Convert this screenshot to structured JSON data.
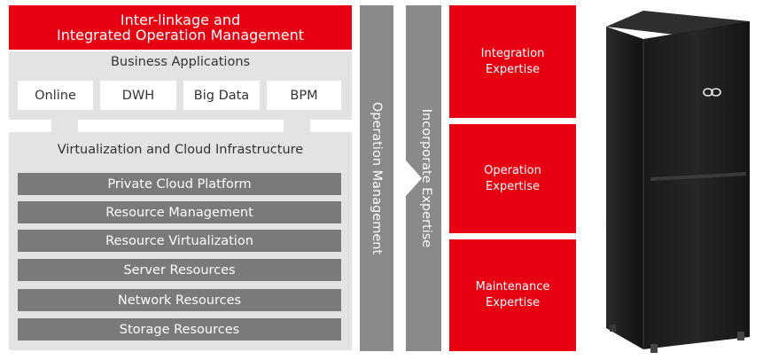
{
  "header": {
    "line1": "Inter-linkage and",
    "line2": "Integrated Operation Management"
  },
  "business": {
    "title": "Business Applications",
    "apps": [
      "Online",
      "DWH",
      "Big Data",
      "BPM"
    ]
  },
  "virtualization": {
    "title": "Virtualization and Cloud Infrastructure",
    "layers": [
      "Private Cloud Platform",
      "Resource Management",
      "Resource Virtualization",
      "Server Resources",
      "Network Resources",
      "Storage Resources"
    ]
  },
  "operation_bar": "Operation Management",
  "expertise_arrow": "Incorporate Expertise",
  "expertise": [
    {
      "line1": "Integration",
      "line2": "Expertise"
    },
    {
      "line1": "Operation",
      "line2": "Expertise"
    },
    {
      "line1": "Maintenance",
      "line2": "Expertise"
    }
  ],
  "colors": {
    "accent": "#e60012",
    "panel": "#e3e3e3",
    "layer": "#7a7a7a",
    "bar": "#8a8a8a"
  }
}
